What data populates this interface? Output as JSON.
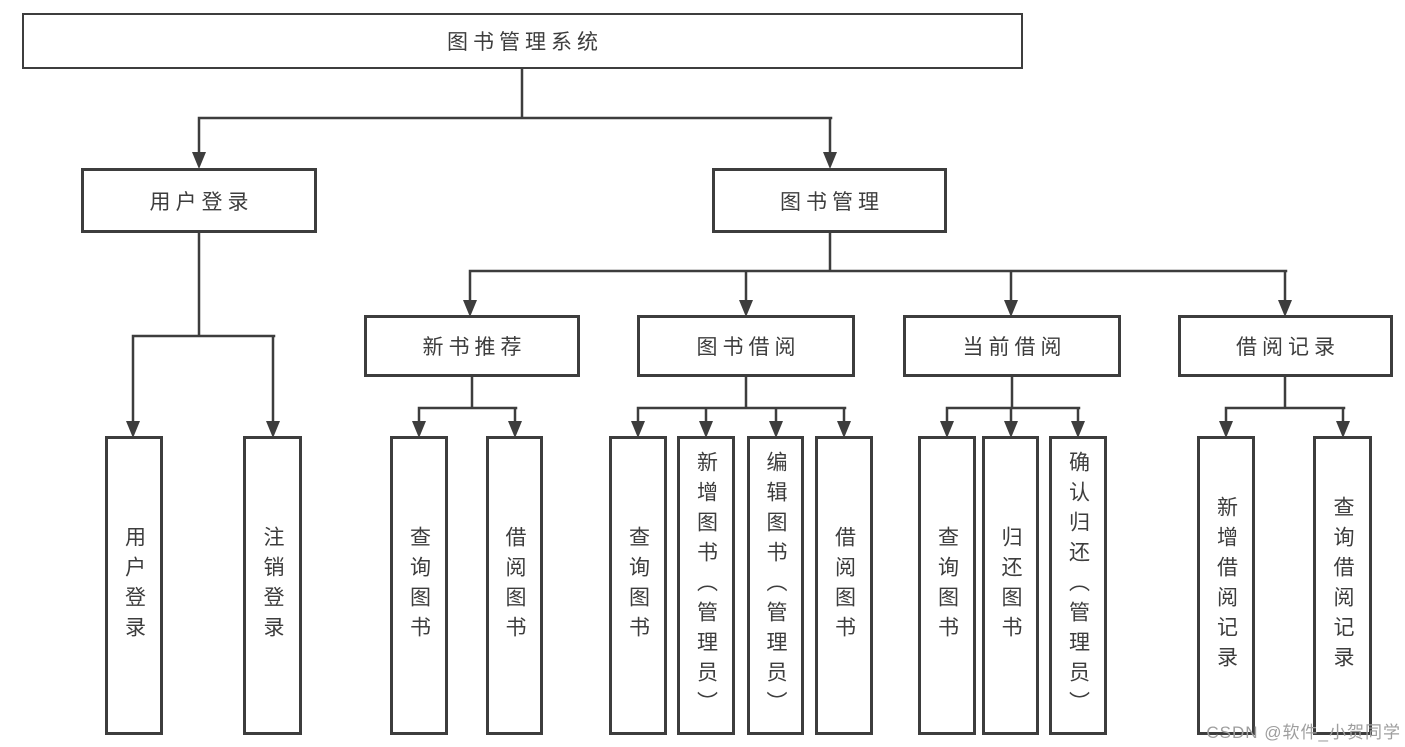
{
  "diagram": {
    "root": {
      "label": "图书管理系统"
    },
    "branches": [
      {
        "label": "用户登录",
        "children": [
          {
            "label": "用户登录"
          },
          {
            "label": "注销登录"
          }
        ]
      },
      {
        "label": "图书管理",
        "children": [
          {
            "label": "新书推荐",
            "children": [
              {
                "label": "查询图书"
              },
              {
                "label": "借阅图书"
              }
            ]
          },
          {
            "label": "图书借阅",
            "children": [
              {
                "label": "查询图书"
              },
              {
                "label": "新增图书（管理员）"
              },
              {
                "label": "编辑图书（管理员）"
              },
              {
                "label": "借阅图书"
              }
            ]
          },
          {
            "label": "当前借阅",
            "children": [
              {
                "label": "查询图书"
              },
              {
                "label": "归还图书"
              },
              {
                "label": "确认归还（管理员）"
              }
            ]
          },
          {
            "label": "借阅记录",
            "children": [
              {
                "label": "新增借阅记录"
              },
              {
                "label": "查询借阅记录"
              }
            ]
          }
        ]
      }
    ]
  },
  "watermark": {
    "text": "CSDN @软件_小贺同学"
  },
  "colors": {
    "line": "#3d3d3d",
    "text": "#3d3d3d",
    "box_background": "#ffffff",
    "watermark": "#9e9e9e",
    "background": "#ffffff"
  }
}
